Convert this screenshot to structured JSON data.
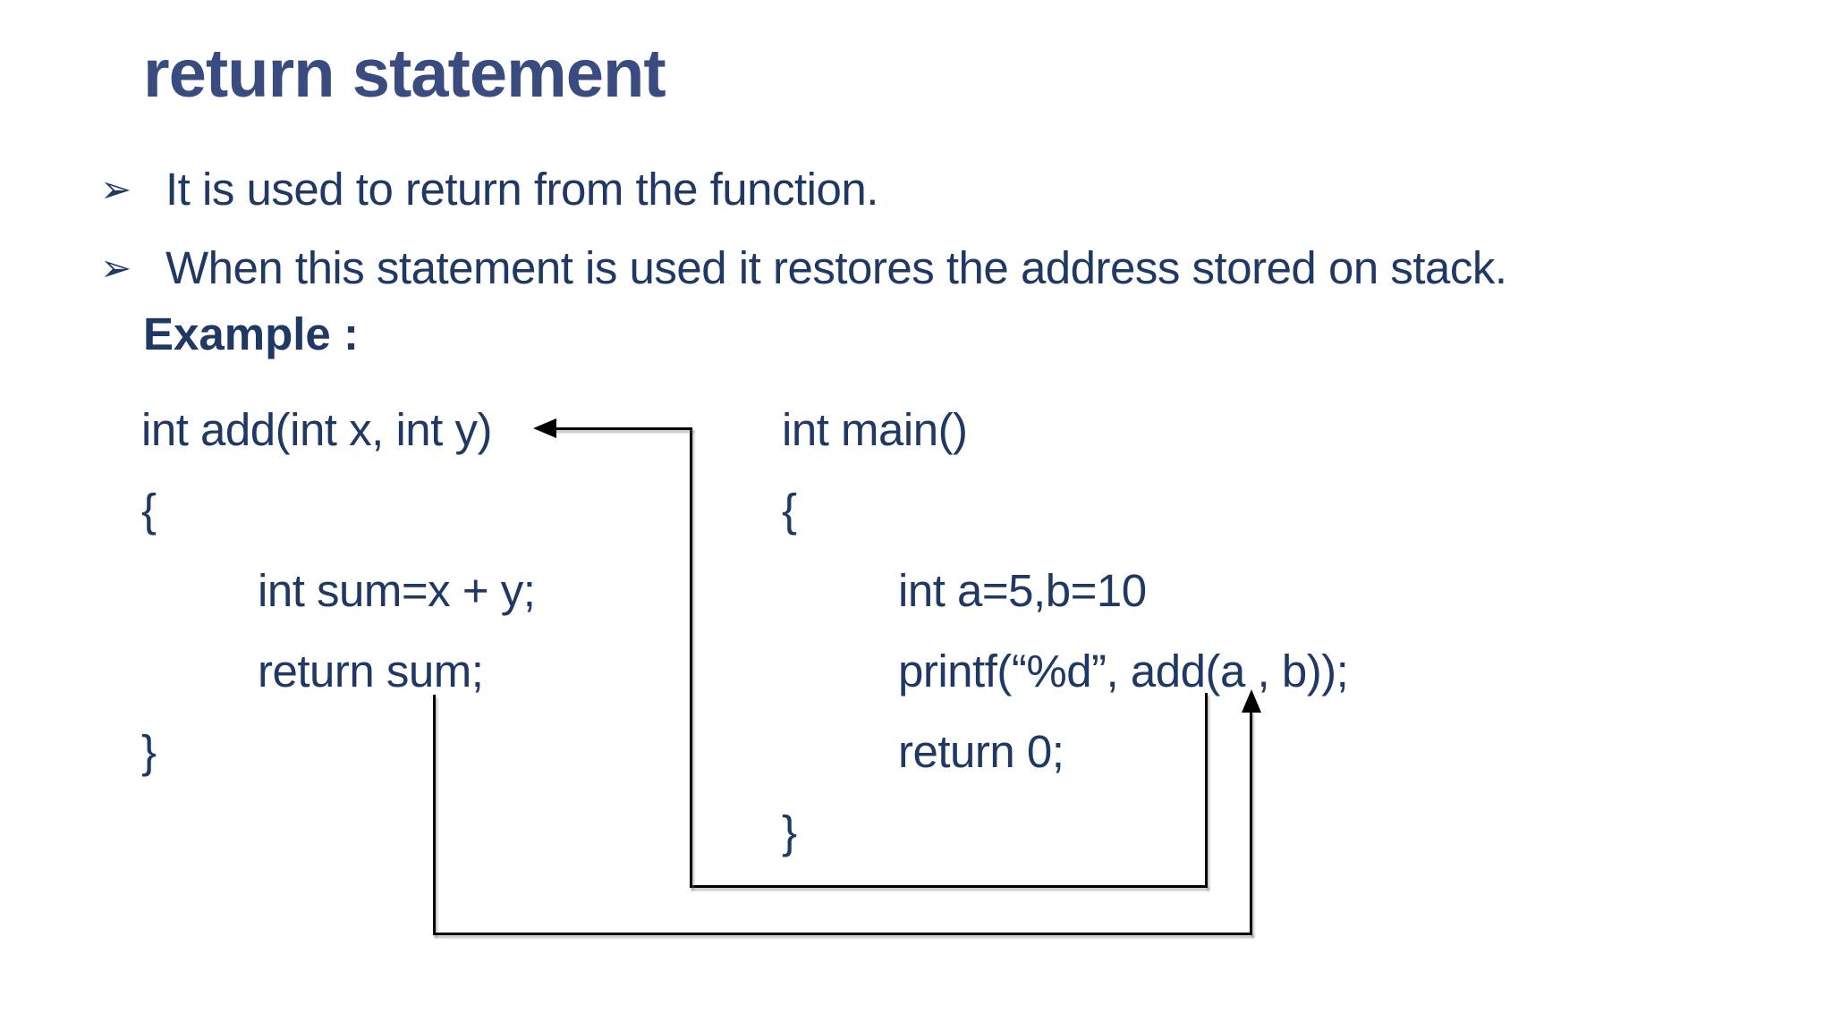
{
  "slide": {
    "title": "return statement",
    "bullet_glyph": "➢",
    "bullets": [
      "It is used to return from the function.",
      "When this statement is used it restores the address stored on stack."
    ],
    "example_label": "Example :"
  },
  "code_left": {
    "lines": [
      "int add(int x, int y)",
      "{",
      "int sum=x + y;",
      "return sum;",
      "}"
    ]
  },
  "code_right": {
    "lines": [
      "int main()",
      "{",
      "int a=5,b=10",
      "printf(“%d”, add(a , b));",
      "return 0;",
      "}"
    ]
  },
  "colors": {
    "title_color": "#3A4B80",
    "text_color": "#1F3864",
    "line_color": "#000000"
  }
}
